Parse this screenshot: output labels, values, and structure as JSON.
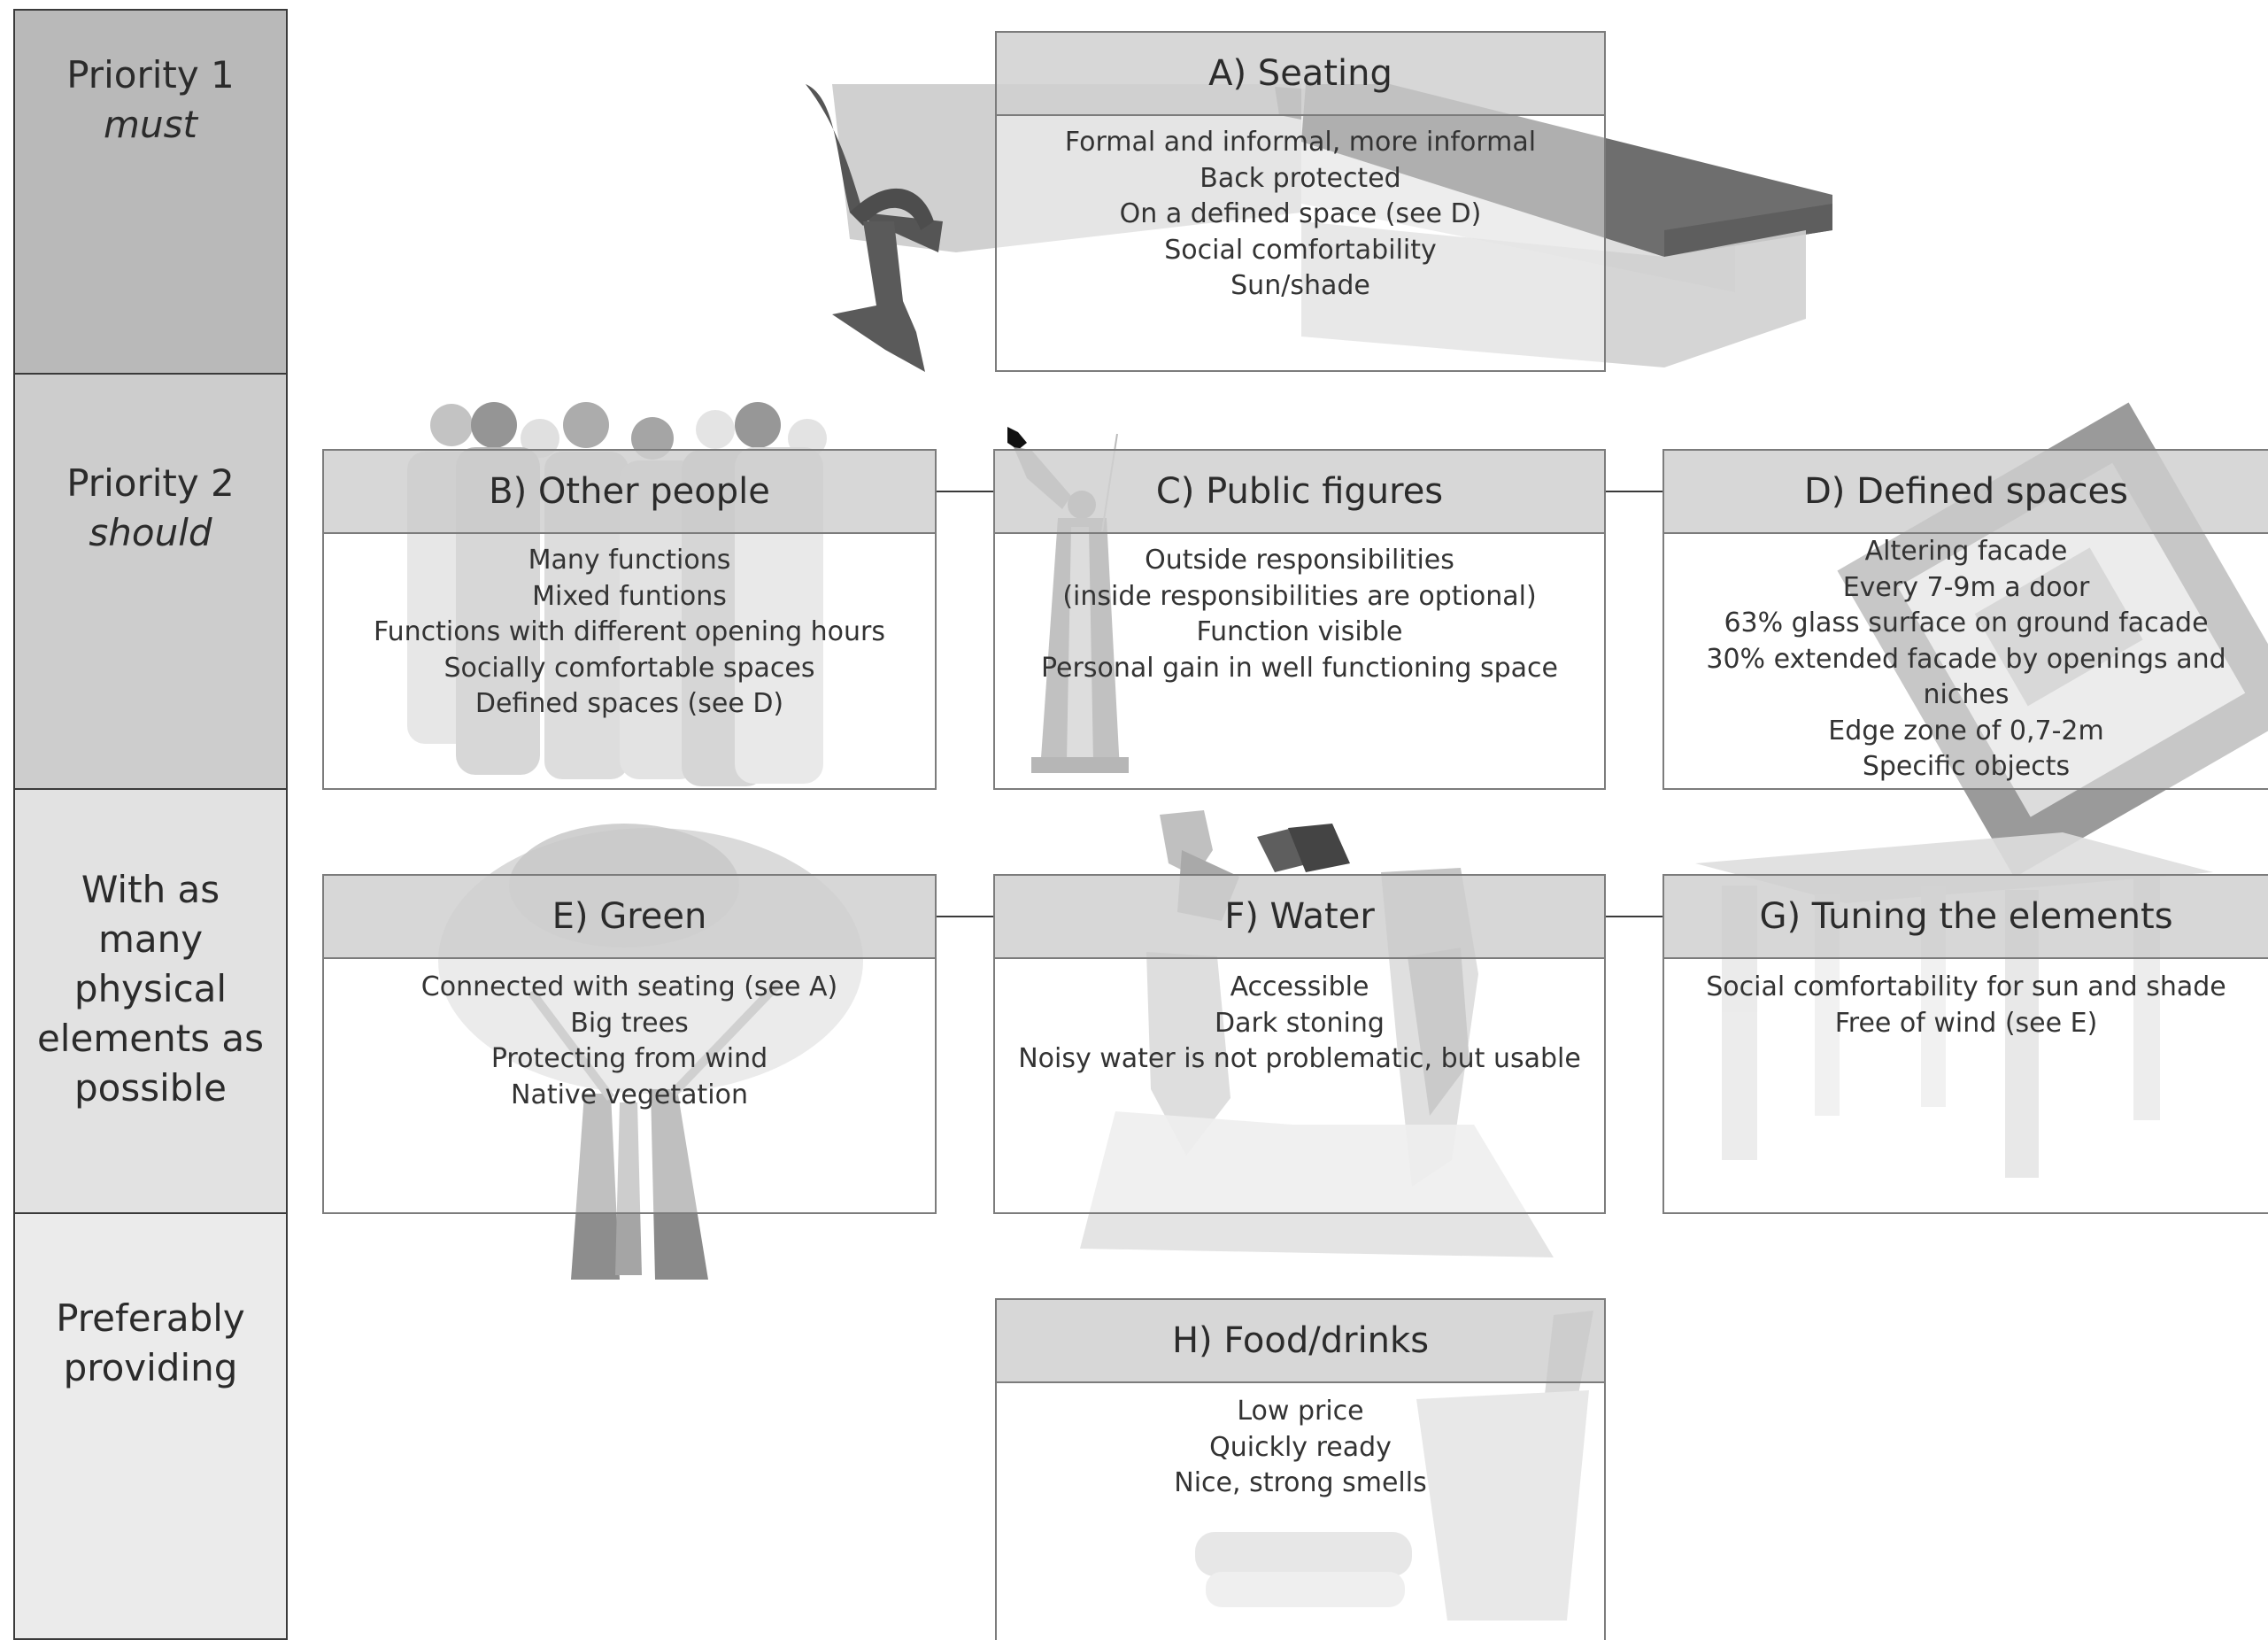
{
  "priorities": [
    {
      "title": "Priority 1",
      "subtitle": "must",
      "fill": "#b9b9b9"
    },
    {
      "title": "Priority 2",
      "subtitle": "should",
      "fill": "#cdcdcd"
    },
    {
      "title": "With as many physical elements as possible",
      "subtitle": "",
      "fill": "#e2e2e2"
    },
    {
      "title": "Preferably providing",
      "subtitle": "",
      "fill": "#ebebeb"
    }
  ],
  "boxes": {
    "seating": {
      "title": "A) Seating",
      "items": [
        "Formal and informal, more informal",
        "Back protected",
        "On a defined space (see D)",
        "Social comfortability",
        "Sun/shade"
      ]
    },
    "other_people": {
      "title": "B) Other people",
      "items": [
        "Many functions",
        "Mixed funtions",
        "Functions with different opening hours",
        "Socially comfortable spaces",
        "Defined spaces (see D)"
      ]
    },
    "public_figures": {
      "title": "C) Public figures",
      "items": [
        "Outside responsibilities",
        "(inside responsibilities are optional)",
        "Function visible",
        "Personal gain in well functioning space"
      ]
    },
    "defined_spaces": {
      "title": "D) Defined spaces",
      "items": [
        "Altering facade",
        "Every 7-9m a door",
        "63% glass surface on ground facade",
        "30% extended facade by openings and niches",
        "Edge zone of 0,7-2m",
        "Specific objects"
      ]
    },
    "green": {
      "title": "E) Green",
      "items": [
        "Connected with seating (see A)",
        "Big trees",
        "Protecting from wind",
        "Native vegetation"
      ]
    },
    "water": {
      "title": "F) Water",
      "items": [
        "Accessible",
        "Dark stoning",
        "Noisy water is not problematic, but usable"
      ]
    },
    "tuning": {
      "title": "G) Tuning the elements",
      "items": [
        "Social comfortability for sun and shade",
        "Free of wind (see E)"
      ]
    },
    "food": {
      "title": "H) Food/drinks",
      "items": [
        "Low price",
        "Quickly ready",
        "Nice, strong smells"
      ]
    }
  },
  "colors": {
    "border": "#3a3a3a",
    "box_border": "#7c7c7c",
    "header_fill": "#c8c8c8",
    "text": "#2b2b2b"
  },
  "icons": [
    "bench-icon",
    "crowd-icon",
    "statue-icon",
    "building-plan-icon",
    "tree-icon",
    "rocks-icon",
    "pergola-icon",
    "food-drink-icon"
  ]
}
